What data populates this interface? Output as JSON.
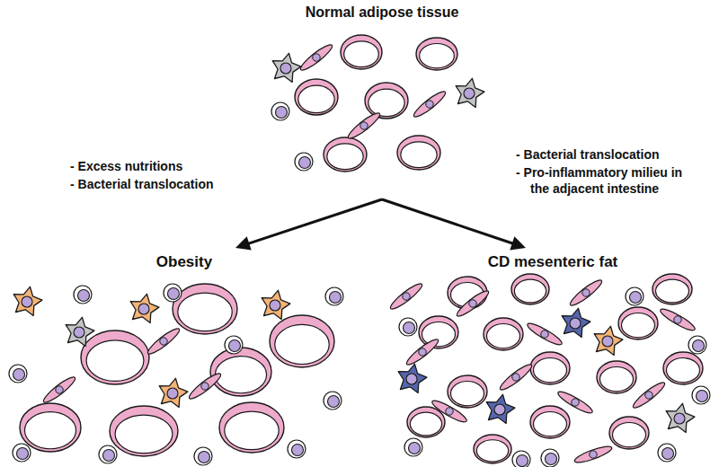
{
  "diagram": {
    "nodes": [
      {
        "text": [
          "Normal adipose tissue"
        ]
      },
      {
        "text": [
          "Obesity"
        ]
      },
      {
        "text": [
          "CD mesenteric fat"
        ]
      }
    ],
    "edges": [
      {
        "from": 0,
        "to": 1,
        "arrow": "to"
      },
      {
        "from": 0,
        "to": 2,
        "arrow": "to"
      }
    ],
    "labels": [
      "- Excess nutritions",
      "- Bacterial translocation",
      "- Bacterial translocation",
      "- Pro-inflammatory milieu in the adjacent intestine"
    ]
  }
}
